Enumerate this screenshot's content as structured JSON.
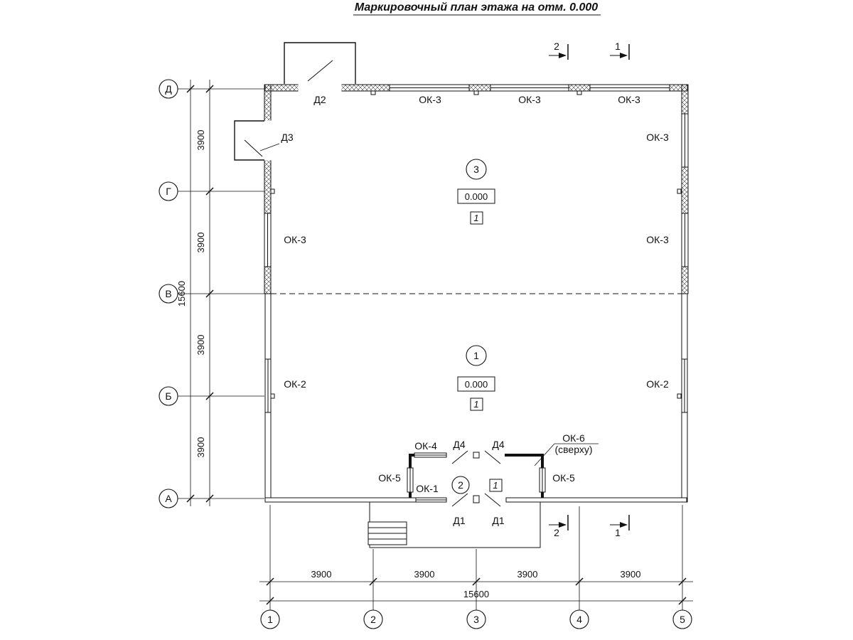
{
  "title": "Маркировочный план этажа на отм. 0.000",
  "colors": {
    "ink": "#111111",
    "background": "#ffffff"
  },
  "axes": {
    "rows": [
      "Д",
      "Г",
      "В",
      "Б",
      "А"
    ],
    "cols": [
      "1",
      "2",
      "3",
      "4",
      "5"
    ]
  },
  "dimensions": {
    "segment": "3900",
    "total": "15600"
  },
  "sections": {
    "s1": "1",
    "s2": "2"
  },
  "rooms": {
    "room1": {
      "number": "1",
      "elevation": "0.000",
      "finish": "1"
    },
    "room2": {
      "number": "2",
      "finish": "1"
    },
    "room3": {
      "number": "3",
      "elevation": "0.000",
      "finish": "1"
    }
  },
  "marks": {
    "d1": "Д1",
    "d2": "Д2",
    "d3": "Д3",
    "d4": "Д4",
    "ok1": "ОК-1",
    "ok2": "ОК-2",
    "ok3": "ОК-3",
    "ok4": "ОК-4",
    "ok5": "ОК-5",
    "ok6": "ОК-6",
    "ok6_note": "(сверху)"
  }
}
